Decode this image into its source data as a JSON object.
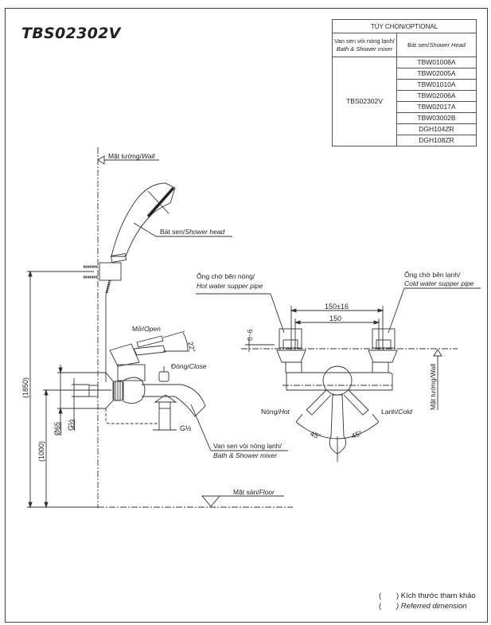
{
  "model_title": "TBS02302V",
  "options_table": {
    "header": "TÙY CHỌN/OPTIONAL",
    "col1_header_vi": "Van sen vòi nóng lạnh/",
    "col1_header_en": "Bath & Shower mixer",
    "col2_header_vi": "Bát sen/",
    "col2_header_en": "Shower Head",
    "mixer_model": "TBS02302V",
    "shower_heads": [
      "TBW01008A",
      "TBW02005A",
      "TBW01010A",
      "TBW02006A",
      "TBW02017A",
      "TBW03002B",
      "DGH104ZR",
      "DGH108ZR"
    ]
  },
  "side_view": {
    "wall_label_vi": "Mặt tường/",
    "wall_label_en": "Wall",
    "shower_head_label_vi": "Bát sen/",
    "shower_head_label_en": "Shower head",
    "open_label_vi": "Mở/",
    "open_label_en": "Open",
    "close_label_vi": "Đóng/",
    "close_label_en": "Close",
    "lever_angle": "22°",
    "mixer_label_vi": "Van sen vòi nóng lạnh/",
    "mixer_label_en": "Bath & Shower mixer",
    "floor_label_vi": "Mặt sàn/",
    "floor_label_en": "Floor",
    "dim_total_height": "(1850)",
    "dim_mixer_height": "(1000)",
    "dim_flange_diameter": "Ø65",
    "dim_thread_inlet": "G½",
    "dim_thread_outlet": "G½"
  },
  "front_view": {
    "hot_pipe_label_vi": "Ống chờ bên nóng/",
    "hot_pipe_label_en": "Hot water supper pipe",
    "cold_pipe_label_vi": "Ống chờ bên lạnh/",
    "cold_pipe_label_en": "Cold water supper pipe",
    "dim_center_adjustable": "150±16",
    "dim_center": "150",
    "dim_offset": "0~6",
    "hot_label_vi": "Nóng/",
    "hot_label_en": "Hot",
    "cold_label_vi": "Lạnh/",
    "cold_label_en": "Cold",
    "angle_left": "45°",
    "angle_right": "45°",
    "wall_label": "Mặt tường/Wall"
  },
  "legend": {
    "line1": ") Kích thước tham khảo",
    "line2": ") Referred dimension",
    "paren": "("
  }
}
